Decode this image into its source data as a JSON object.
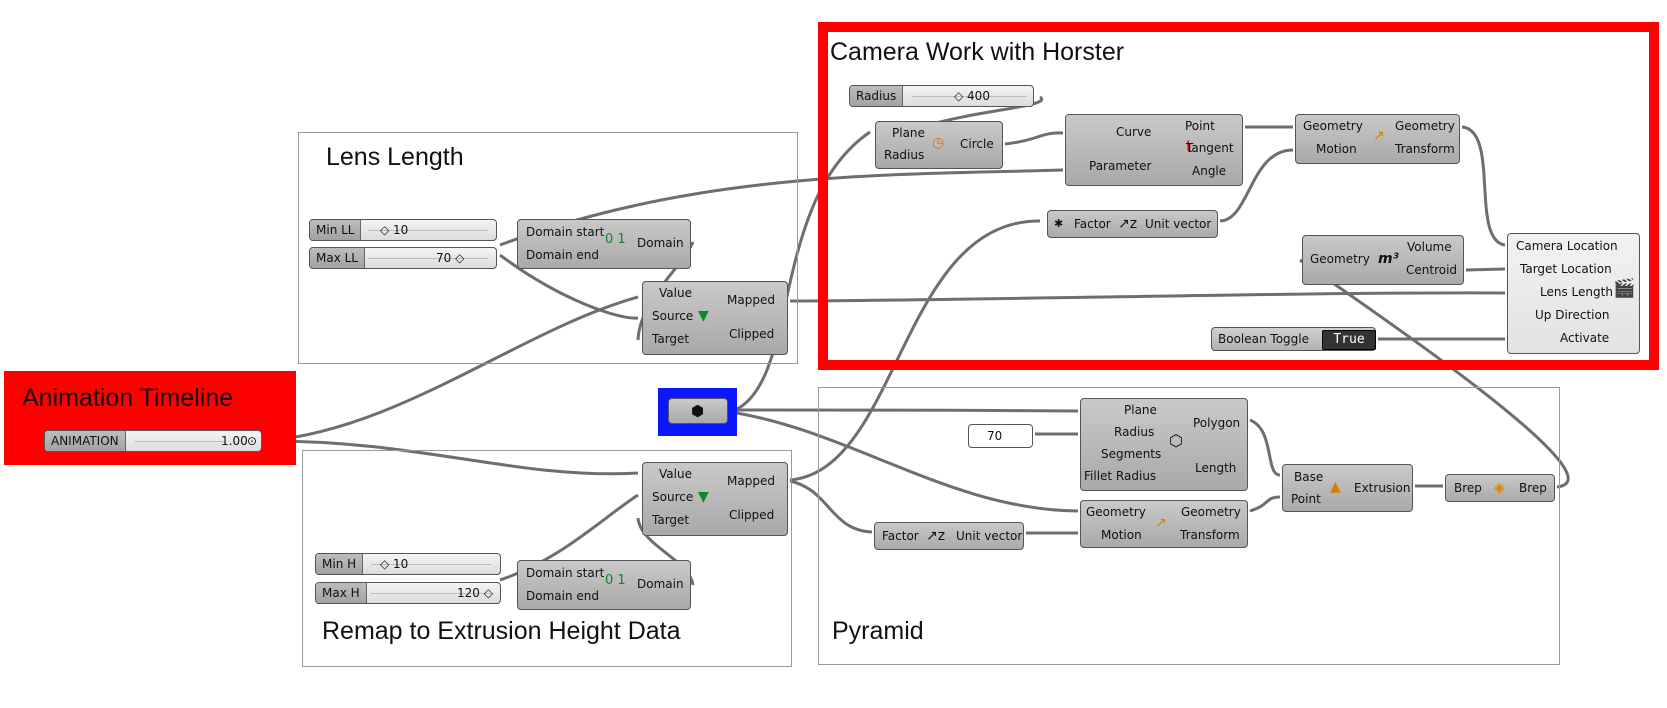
{
  "groups": {
    "camera": "Camera Work with Horster",
    "lens": "Lens Length",
    "timeline": "Animation Timeline",
    "remap": "Remap to Extrusion Height Data",
    "pyramid": "Pyramid"
  },
  "colors": {
    "highlight_frame": "#ff0000",
    "timeline_bg": "#ff0000",
    "selected_bg": "#0a17ff",
    "canvas": "#ffffff"
  },
  "sliders": {
    "radius": {
      "label": "Radius",
      "value": "400"
    },
    "min_ll": {
      "label": "Min LL",
      "value": "10"
    },
    "max_ll": {
      "label": "Max LL",
      "value": "70"
    },
    "animation": {
      "label": "ANIMATION",
      "value": "1.00"
    },
    "min_h": {
      "label": "Min H",
      "value": "10"
    },
    "max_h": {
      "label": "Max H",
      "value": "120"
    }
  },
  "circle": {
    "in1": "Plane",
    "in2": "Radius",
    "out": "Circle",
    "icon": "circle-icon"
  },
  "eval_curve": {
    "in1": "Curve",
    "in2": "Parameter",
    "out1": "Point",
    "out2": "Tangent",
    "out3": "Angle",
    "icon": "evaluate-curve-icon"
  },
  "move_cam": {
    "in1": "Geometry",
    "in2": "Motion",
    "out1": "Geometry",
    "out2": "Transform",
    "icon": "move-icon"
  },
  "unit_z_cam": {
    "in": "Factor",
    "out": "Unit vector",
    "icon": "unit-z-icon"
  },
  "volume": {
    "in": "Geometry",
    "out1": "Volume",
    "out2": "Centroid",
    "icon": "volume-icon"
  },
  "horster": {
    "in1": "Camera Location",
    "in2": "Target Location",
    "in3": "Lens Length",
    "in4": "Up Direction",
    "in5": "Activate",
    "icon": "camera-icon"
  },
  "toggle": {
    "label": "Boolean Toggle",
    "value": "True"
  },
  "construct_domain_ll": {
    "in1": "Domain start",
    "in2": "Domain end",
    "out": "Domain",
    "icon": "domain-icon"
  },
  "remap_ll": {
    "in1": "Value",
    "in2": "Source",
    "in3": "Target",
    "out1": "Mapped",
    "out2": "Clipped",
    "icon": "remap-icon"
  },
  "xy_plane": {
    "icon": "xy-plane-icon"
  },
  "polygon": {
    "in1": "Plane",
    "in2": "Radius",
    "in3": "Segments",
    "in4": "Fillet Radius",
    "out1": "Polygon",
    "out2": "Length",
    "icon": "polygon-icon"
  },
  "panel70": {
    "value": "70"
  },
  "extrusion": {
    "in1": "Base",
    "in2": "Point",
    "out": "Extrusion",
    "icon": "extrude-point-icon"
  },
  "brep": {
    "in": "Brep",
    "out": "Brep",
    "icon": "brep-icon"
  },
  "move_pyr": {
    "in1": "Geometry",
    "in2": "Motion",
    "out1": "Geometry",
    "out2": "Transform",
    "icon": "move-icon"
  },
  "unit_z_pyr": {
    "in": "Factor",
    "out": "Unit vector",
    "icon": "unit-z-icon"
  },
  "remap_h": {
    "in1": "Value",
    "in2": "Source",
    "in3": "Target",
    "out1": "Mapped",
    "out2": "Clipped",
    "icon": "remap-icon"
  },
  "construct_domain_h": {
    "in1": "Domain start",
    "in2": "Domain end",
    "out": "Domain",
    "icon": "domain-icon"
  }
}
